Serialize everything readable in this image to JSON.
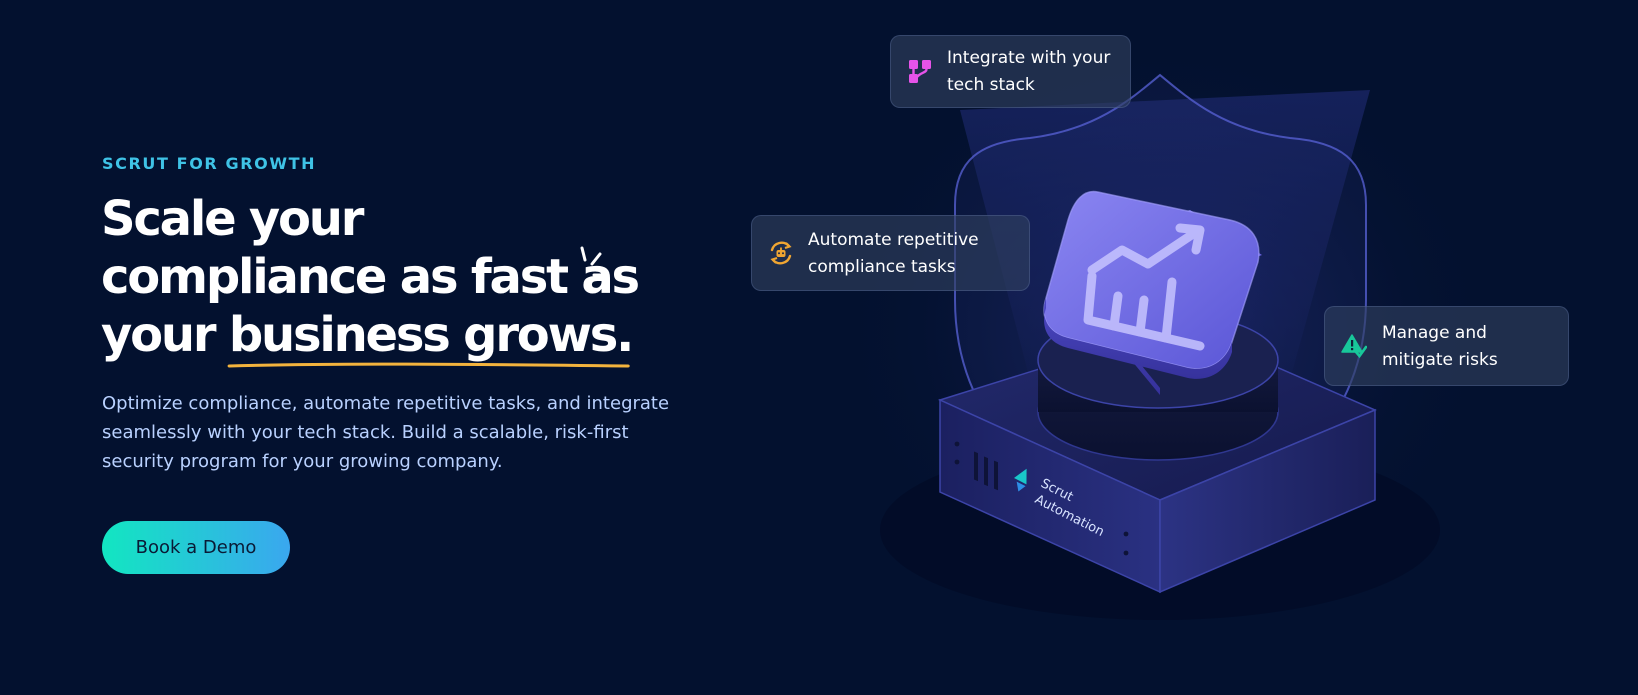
{
  "hero": {
    "eyebrow": "SCRUT FOR GROWTH",
    "headline_line1": "Scale your",
    "headline_line2": "compliance as fast as",
    "headline_line3_a": "your ",
    "headline_line3_b": "business grows.",
    "body": "Optimize compliance, automate repetitive tasks, and integrate seamlessly with your tech stack. Build a scalable, risk-first security program for your growing company.",
    "cta_label": "Book a Demo"
  },
  "feature_cards": {
    "integrate": {
      "line1": "Integrate with your",
      "line2": "tech stack",
      "icon": "git-branch-icon"
    },
    "automate": {
      "line1": "Automate repetitive",
      "line2": "compliance tasks",
      "icon": "bot-refresh-icon"
    },
    "manage": {
      "line1": "Manage and",
      "line2": "mitigate risks",
      "icon": "warning-check-icon"
    }
  },
  "device": {
    "brand_line1": "Scrut",
    "brand_line2": "Automation"
  },
  "colors": {
    "background": "#03112f",
    "eyebrow": "#3fc3e6",
    "accent_underline": "#f3b33d",
    "cta_gradient_start": "#12e6c1",
    "cta_gradient_end": "#3aa7ef",
    "integrate_icon": "#e653e9",
    "automate_icon": "#f0a632",
    "manage_icon": "#18c79a"
  }
}
